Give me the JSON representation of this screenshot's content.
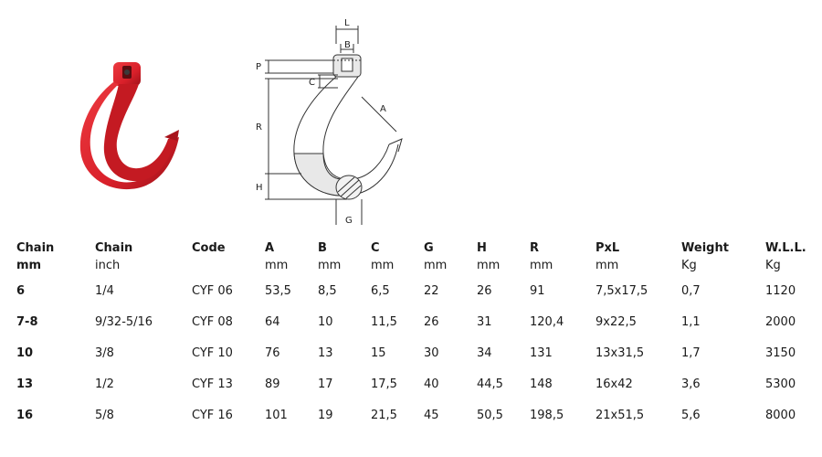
{
  "drawing_labels": {
    "L": "L",
    "B": "B",
    "P": "P",
    "C": "C",
    "R": "R",
    "A": "A",
    "H": "H",
    "G": "G"
  },
  "colors": {
    "hook_red": "#d9202a",
    "hook_dark": "#9e1219",
    "line": "#333333"
  },
  "table": {
    "headers": [
      {
        "line1": "Chain",
        "line2": "mm",
        "bold2": true
      },
      {
        "line1": "Chain",
        "line2": "inch",
        "bold2": false
      },
      {
        "line1": "Code",
        "line2": "",
        "bold2": false
      },
      {
        "line1": "A",
        "line2": "mm",
        "bold2": false
      },
      {
        "line1": "B",
        "line2": "mm",
        "bold2": false
      },
      {
        "line1": "C",
        "line2": "mm",
        "bold2": false
      },
      {
        "line1": "G",
        "line2": "mm",
        "bold2": false
      },
      {
        "line1": "H",
        "line2": "mm",
        "bold2": false
      },
      {
        "line1": "R",
        "line2": "mm",
        "bold2": false
      },
      {
        "line1": "PxL",
        "line2": "mm",
        "bold2": false
      },
      {
        "line1": "Weight",
        "line2": "Kg",
        "bold2": false
      },
      {
        "line1": "W.L.L.",
        "line2": "Kg",
        "bold2": false
      }
    ],
    "rows": [
      [
        "6",
        "1/4",
        "CYF 06",
        "53,5",
        "8,5",
        "6,5",
        "22",
        "26",
        "91",
        "7,5x17,5",
        "0,7",
        "1120"
      ],
      [
        "7-8",
        "9/32-5/16",
        "CYF 08",
        "64",
        "10",
        "11,5",
        "26",
        "31",
        "120,4",
        "9x22,5",
        "1,1",
        "2000"
      ],
      [
        "10",
        "3/8",
        "CYF 10",
        "76",
        "13",
        "15",
        "30",
        "34",
        "131",
        "13x31,5",
        "1,7",
        "3150"
      ],
      [
        "13",
        "1/2",
        "CYF 13",
        "89",
        "17",
        "17,5",
        "40",
        "44,5",
        "148",
        "16x42",
        "3,6",
        "5300"
      ],
      [
        "16",
        "5/8",
        "CYF 16",
        "101",
        "19",
        "21,5",
        "45",
        "50,5",
        "198,5",
        "21x51,5",
        "5,6",
        "8000"
      ]
    ]
  }
}
